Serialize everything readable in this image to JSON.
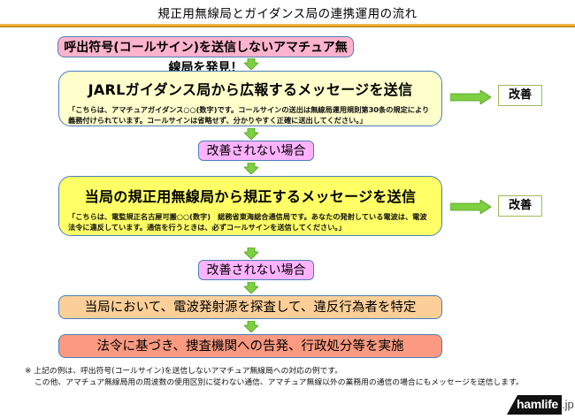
{
  "title": "規正用無線局とガイダンス局の連携運用の流れ",
  "colors": {
    "title_rule": "#e0a020",
    "box_border": "#4a7ebb",
    "arrow_green": "#7ed040",
    "kaizen_border": "#9bbb59"
  },
  "flow": {
    "step1": {
      "label": "呼出符号(コールサイン)を送信しないアマチュア無線局を発見！",
      "color": "#ffb3cc"
    },
    "step2": {
      "heading": "JARLガイダンス局から広報するメッセージを送信",
      "message": "「こちらは、アマチュアガイダンス○○(数字)です。コールサインの送出は無線局運用規則第30条の規定により義務付けられています。コールサインは省略せず、分かりやすく正確に送出してください。」",
      "color": "#ffffcc"
    },
    "branch1": "改善されない場合",
    "step3": {
      "heading": "当局の規正用無線局から規正するメッセージを送信",
      "message": "「こちらは、電監規正名古屋可搬○○(数字)　総務省東海総合通信局です。あなたの発射している電波は、電波法令に違反しています。通信を行うときは、必ずコールサインを送信してください。」",
      "color": "#ffff66"
    },
    "branch2": "改善されない場合",
    "step4": {
      "label": "当局において、電波発射源を探査して、違反行為者を特定",
      "color": "#fdcf98"
    },
    "step5": {
      "label": "法令に基づき、捜査機関への告発、行政処分等を実施",
      "color": "#fb9a80"
    },
    "outcome1": "改善",
    "outcome2": "改善"
  },
  "note": {
    "mark": "※",
    "line1": "上記の例は、呼出符号(コールサイン)を送信しないアマチュア無線局への対応の例です。",
    "line2": "この他、アマチュア無線局用の周波数の使用区別に従わない通信、アマチュア無線以外の業務用の通信の場合にもメッセージを送信します。"
  },
  "logo": {
    "brand": "hamlife",
    "tld": ".jp"
  }
}
